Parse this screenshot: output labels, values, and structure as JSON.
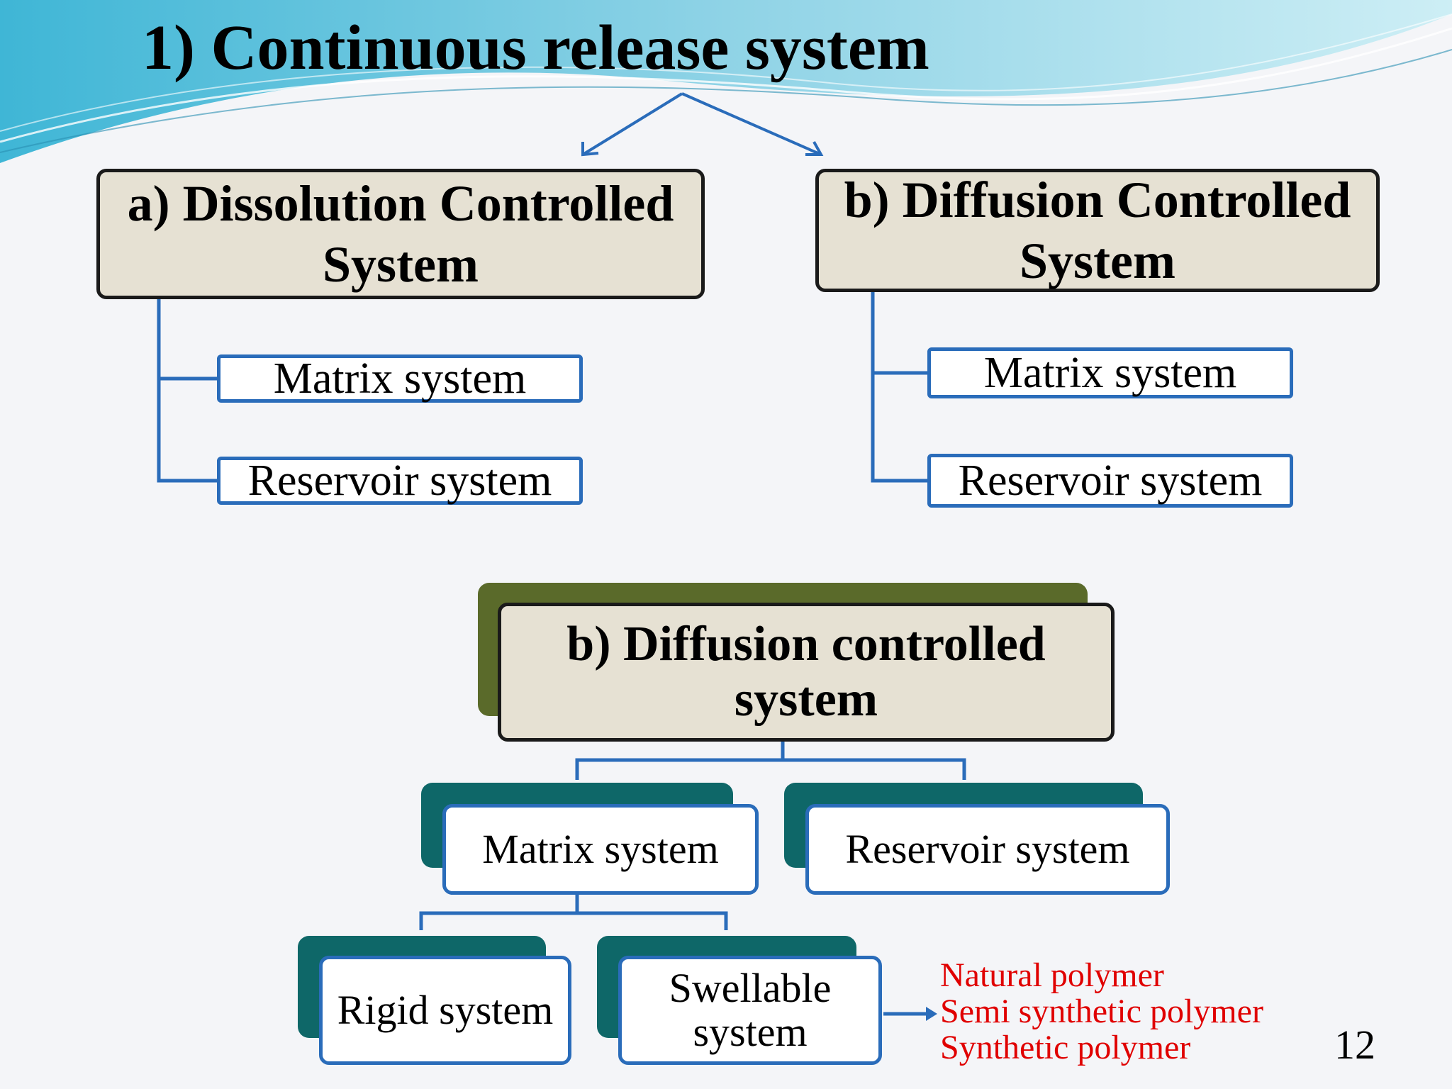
{
  "title": "1) Continuous release system",
  "top_left": {
    "heading": "a) Dissolution Controlled System",
    "items": [
      "Matrix system",
      "Reservoir system"
    ]
  },
  "top_right": {
    "heading": "b) Diffusion Controlled System",
    "items": [
      "Matrix system",
      "Reservoir system"
    ]
  },
  "bottom": {
    "heading": "b) Diffusion controlled system",
    "level2": [
      "Matrix system",
      "Reservoir system"
    ],
    "level3": [
      "Rigid system",
      "Swellable system"
    ],
    "polymers": [
      "Natural polymer",
      "Semi synthetic polymer",
      "Synthetic polymer"
    ]
  },
  "page_number": "12",
  "colors": {
    "heading_fill": "#e6e1d3",
    "connector_blue": "#2a6cba",
    "olive_shadow": "#5a6a2a",
    "teal_shadow": "#0e6768",
    "polymer_text": "#e00000"
  }
}
